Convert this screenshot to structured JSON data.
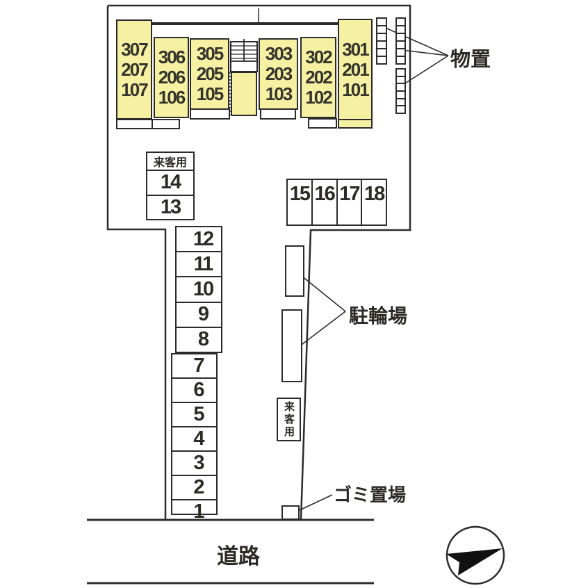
{
  "labels": {
    "storage": "物置",
    "bicycle_parking": "駐輪場",
    "garbage_area": "ゴミ置場",
    "road": "道路",
    "visitor_header": "来客用",
    "visitor_vertical": "来客用"
  },
  "building": {
    "units": [
      {
        "lines": [
          "307",
          "207",
          "107"
        ]
      },
      {
        "lines": [
          "306",
          "206",
          "106"
        ]
      },
      {
        "lines": [
          "305",
          "205",
          "105"
        ]
      },
      {
        "lines": [
          "303",
          "203",
          "103"
        ]
      },
      {
        "lines": [
          "302",
          "202",
          "102"
        ]
      },
      {
        "lines": [
          "301",
          "201",
          "101"
        ]
      }
    ]
  },
  "parking": {
    "visitor_spaces": [
      "14",
      "13"
    ],
    "row_spaces": [
      "15",
      "16",
      "17",
      "18"
    ],
    "upper_column_spaces": [
      "12",
      "11",
      "10",
      "9",
      "8"
    ],
    "lower_column_spaces": [
      "7",
      "6",
      "5",
      "4",
      "3",
      "2",
      "1"
    ]
  },
  "colors": {
    "unit_fill": "#f5f0a2",
    "line": "#2b2b2b"
  }
}
